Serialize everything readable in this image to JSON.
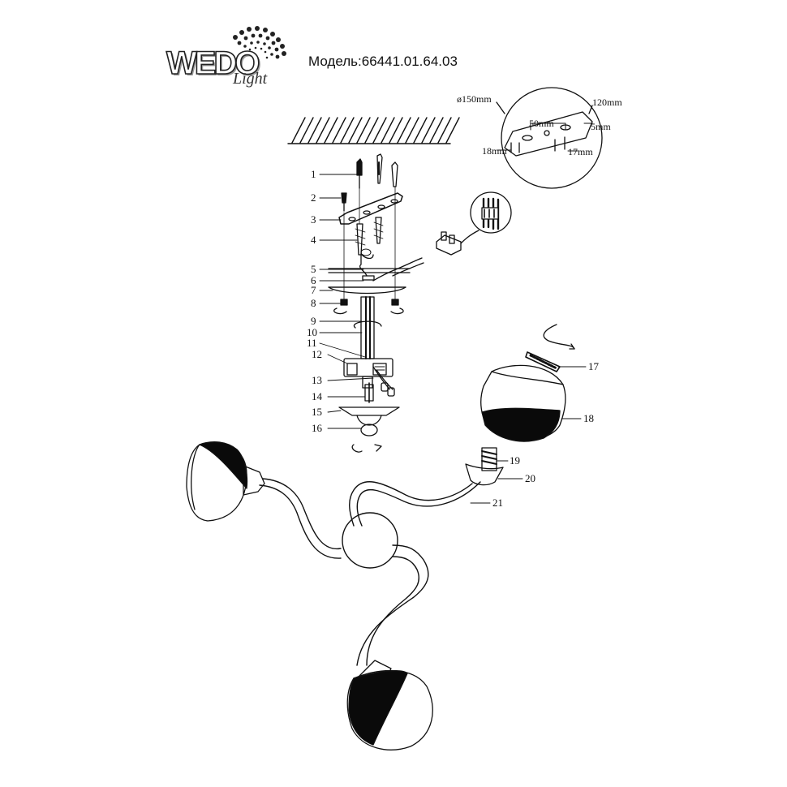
{
  "brand": {
    "wordmark": "WEDO",
    "script": "Light"
  },
  "model": {
    "label": "Модель:",
    "number": "66441.01.64.03"
  },
  "detail_dimensions": {
    "diameter": "ø150mm",
    "width": "120mm",
    "slot_spacing": "50mm",
    "thickness": "5mm",
    "slot_left": "18mm",
    "slot_right": "17mm"
  },
  "callouts": [
    "1",
    "2",
    "3",
    "4",
    "5",
    "6",
    "7",
    "8",
    "9",
    "10",
    "11",
    "12",
    "13",
    "14",
    "15",
    "16",
    "17",
    "18",
    "19",
    "20",
    "21"
  ],
  "colors": {
    "ink": "#111111",
    "shade": "#0a0a0a"
  }
}
